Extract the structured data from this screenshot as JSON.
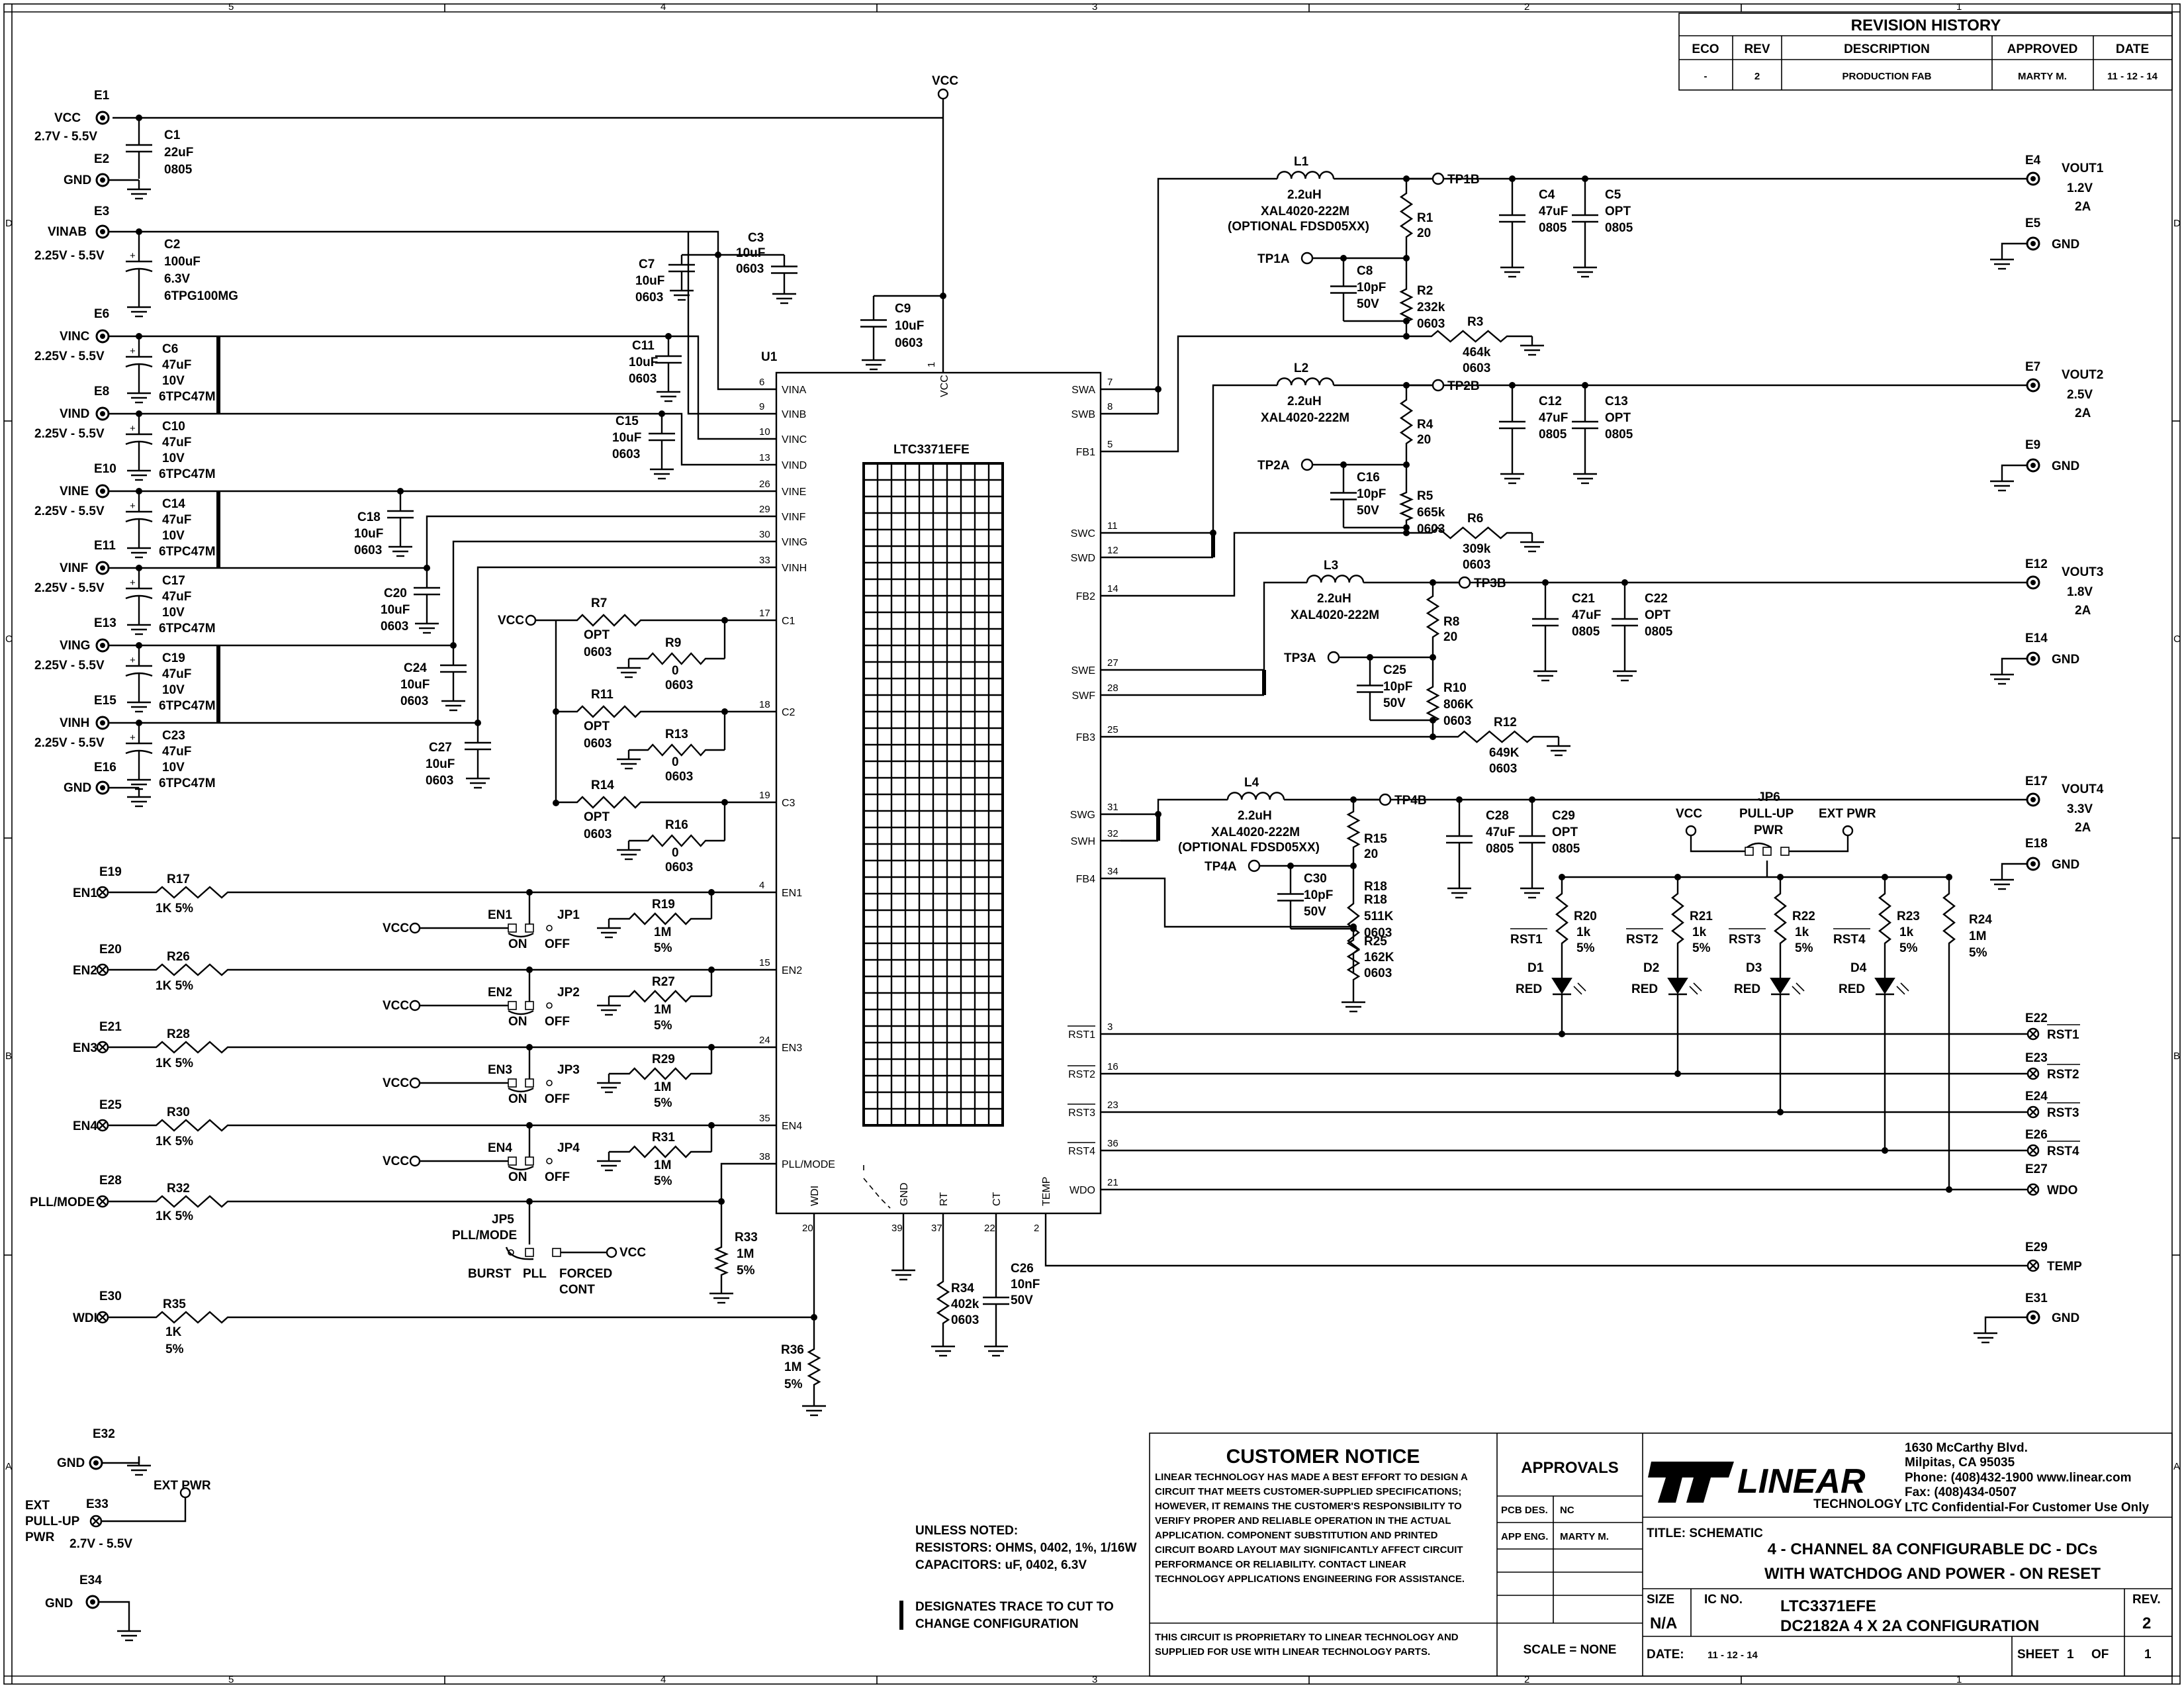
{
  "power_rails": {
    "vcc": "VCC",
    "vcc_range": "2.7V - 5.5V",
    "gnd": "GND",
    "vinab": "VINAB",
    "vin_range": "2.25V - 5.5V",
    "vinc": "VINC",
    "vind": "VIND",
    "vine": "VINE",
    "vinf": "VINF",
    "ving": "VING",
    "vinh": "VINH"
  },
  "ic": {
    "ref": "U1",
    "part": "LTC3371EFE",
    "left_pins": [
      {
        "num": "6",
        "name": "VINA"
      },
      {
        "num": "9",
        "name": "VINB"
      },
      {
        "num": "10",
        "name": "VINC"
      },
      {
        "num": "13",
        "name": "VIND"
      },
      {
        "num": "26",
        "name": "VINE"
      },
      {
        "num": "29",
        "name": "VINF"
      },
      {
        "num": "30",
        "name": "VING"
      },
      {
        "num": "33",
        "name": "VINH"
      },
      {
        "num": "17",
        "name": "C1"
      },
      {
        "num": "18",
        "name": "C2"
      },
      {
        "num": "19",
        "name": "C3"
      },
      {
        "num": "4",
        "name": "EN1"
      },
      {
        "num": "15",
        "name": "EN2"
      },
      {
        "num": "24",
        "name": "EN3"
      },
      {
        "num": "35",
        "name": "EN4"
      },
      {
        "num": "38",
        "name": "PLL/MODE"
      }
    ],
    "right_pins": [
      {
        "num": "7",
        "name": "SWA"
      },
      {
        "num": "8",
        "name": "SWB"
      },
      {
        "num": "5",
        "name": "FB1"
      },
      {
        "num": "11",
        "name": "SWC"
      },
      {
        "num": "12",
        "name": "SWD"
      },
      {
        "num": "14",
        "name": "FB2"
      },
      {
        "num": "27",
        "name": "SWE"
      },
      {
        "num": "28",
        "name": "SWF"
      },
      {
        "num": "25",
        "name": "FB3"
      },
      {
        "num": "31",
        "name": "SWG"
      },
      {
        "num": "32",
        "name": "SWH"
      },
      {
        "num": "34",
        "name": "FB4"
      },
      {
        "num": "3",
        "name": "RST1"
      },
      {
        "num": "16",
        "name": "RST2"
      },
      {
        "num": "23",
        "name": "RST3"
      },
      {
        "num": "36",
        "name": "RST4"
      },
      {
        "num": "21",
        "name": "WDO"
      }
    ],
    "bottom_pins": [
      {
        "num": "20",
        "name": "WDI"
      },
      {
        "num": "39",
        "name": "GND"
      },
      {
        "num": "37",
        "name": "RT"
      },
      {
        "num": "22",
        "name": "CT"
      },
      {
        "num": "2",
        "name": "TEMP"
      }
    ],
    "top_pin": {
      "num": "1",
      "name": "VCC"
    }
  },
  "terminals": {
    "E1": "E1",
    "E2": "E2",
    "E3": "E3",
    "E6": "E6",
    "E8": "E8",
    "E10": "E10",
    "E11": "E11",
    "E13": "E13",
    "E15": "E15",
    "E16": "E16",
    "E19": "E19",
    "E20": "E20",
    "E21": "E21",
    "E25": "E25",
    "E28": "E28",
    "E30": "E30",
    "E32": "E32",
    "E33": "E33",
    "E34": "E34",
    "E4": "E4",
    "E5": "E5",
    "E7": "E7",
    "E9": "E9",
    "E12": "E12",
    "E14": "E14",
    "E17": "E17",
    "E18": "E18",
    "E22": "E22",
    "E23": "E23",
    "E24": "E24",
    "E26": "E26",
    "E27": "E27",
    "E29": "E29",
    "E31": "E31"
  },
  "input_caps": [
    {
      "ref": "C1",
      "value": "22uF",
      "size": "0805"
    },
    {
      "ref": "C2",
      "value": "100uF",
      "voltage": "6.3V",
      "part": "6TPG100MG"
    },
    {
      "ref": "C6",
      "value": "47uF",
      "voltage": "10V",
      "part": "6TPC47M"
    },
    {
      "ref": "C10",
      "value": "47uF",
      "voltage": "10V",
      "part": "6TPC47M"
    },
    {
      "ref": "C14",
      "value": "47uF",
      "voltage": "10V",
      "part": "6TPC47M"
    },
    {
      "ref": "C17",
      "value": "47uF",
      "voltage": "10V",
      "part": "6TPC47M"
    },
    {
      "ref": "C19",
      "value": "47uF",
      "voltage": "10V",
      "part": "6TPC47M"
    },
    {
      "ref": "C23",
      "value": "47uF",
      "voltage": "10V",
      "part": "6TPC47M"
    }
  ],
  "bypass_caps": [
    {
      "ref": "C3",
      "value": "10uF",
      "size": "0603"
    },
    {
      "ref": "C7",
      "value": "10uF",
      "size": "0603"
    },
    {
      "ref": "C9",
      "value": "10uF",
      "size": "0603"
    },
    {
      "ref": "C11",
      "value": "10uF",
      "size": "0603"
    },
    {
      "ref": "C15",
      "value": "10uF",
      "size": "0603"
    },
    {
      "ref": "C18",
      "value": "10uF",
      "size": "0603"
    },
    {
      "ref": "C20",
      "value": "10uF",
      "size": "0603"
    },
    {
      "ref": "C24",
      "value": "10uF",
      "size": "0603"
    },
    {
      "ref": "C27",
      "value": "10uF",
      "size": "0603"
    }
  ],
  "c_pin_network": [
    {
      "ref": "R7",
      "value": "OPT",
      "size": "0603"
    },
    {
      "ref": "R9",
      "value": "0",
      "size": "0603"
    },
    {
      "ref": "R11",
      "value": "OPT",
      "size": "0603"
    },
    {
      "ref": "R13",
      "value": "0",
      "size": "0603"
    },
    {
      "ref": "R14",
      "value": "OPT",
      "size": "0603"
    },
    {
      "ref": "R16",
      "value": "0",
      "size": "0603"
    }
  ],
  "enables": [
    {
      "term": "EN1",
      "series_ref": "R17",
      "series_val": "1K",
      "tol": "5%",
      "jp": "JP1",
      "sw": "EN1",
      "pd_ref": "R19",
      "pd_val": "1M"
    },
    {
      "term": "EN2",
      "series_ref": "R26",
      "series_val": "1K",
      "tol": "5%",
      "jp": "JP2",
      "sw": "EN2",
      "pd_ref": "R27",
      "pd_val": "1M"
    },
    {
      "term": "EN3",
      "series_ref": "R28",
      "series_val": "1K",
      "tol": "5%",
      "jp": "JP3",
      "sw": "EN3",
      "pd_ref": "R29",
      "pd_val": "1M"
    },
    {
      "term": "EN4",
      "series_ref": "R30",
      "series_val": "1K",
      "tol": "5%",
      "jp": "JP4",
      "sw": "EN4",
      "pd_ref": "R31",
      "pd_val": "1M"
    }
  ],
  "jumper_labels": {
    "on": "ON",
    "off": "OFF",
    "vcc": "VCC"
  },
  "pll": {
    "term": "PLL/MODE",
    "series_ref": "R32",
    "series_val": "1K",
    "tol": "5%",
    "jp": "JP5",
    "jp_name": "PLL/MODE",
    "burst": "BURST",
    "pll": "PLL",
    "forced": "FORCED",
    "cont": "CONT",
    "pd_ref": "R33",
    "pd_val": "1M"
  },
  "wdi": {
    "term": "WDI",
    "series_ref": "R35",
    "series_val": "1K",
    "tol": "5%",
    "pd_ref": "R36",
    "pd_val": "1M"
  },
  "rt": {
    "ref": "R34",
    "value": "402k",
    "size": "0603"
  },
  "ct": {
    "ref": "C26",
    "value": "10nF",
    "voltage": "50V"
  },
  "ext": {
    "gnd": "GND",
    "ext": "EXT",
    "pullup": "PULL-UP",
    "pwr": "PWR",
    "range": "2.7V - 5.5V",
    "ext_pwr": "EXT PWR"
  },
  "outputs": [
    {
      "l": "L1",
      "l_val": "2.2uH",
      "l_part": "XAL4020-222M",
      "l_opt": "(OPTIONAL FDSD05XX)",
      "tpb": "TP1B",
      "tpa": "TP1A",
      "r_top": "R1",
      "r_top_val": "20",
      "c_ff": "C8",
      "c_ff_val": "10pF",
      "c_ff_v": "50V",
      "r_mid": "R2",
      "r_mid_val": "232k",
      "r_mid_size": "0603",
      "r_bot": "R3",
      "r_bot_val": "464k",
      "r_bot_size": "0603",
      "c_out": "C4",
      "c_out_val": "47uF",
      "c_out_size": "0805",
      "c_opt": "C5",
      "c_opt_val": "OPT",
      "c_opt_size": "0805",
      "name": "VOUT1",
      "volt": "1.2V",
      "amp": "2A"
    },
    {
      "l": "L2",
      "l_val": "2.2uH",
      "l_part": "XAL4020-222M",
      "l_opt": "",
      "tpb": "TP2B",
      "tpa": "TP2A",
      "r_top": "R4",
      "r_top_val": "20",
      "c_ff": "C16",
      "c_ff_val": "10pF",
      "c_ff_v": "50V",
      "r_mid": "R5",
      "r_mid_val": "665k",
      "r_mid_size": "0603",
      "r_bot": "R6",
      "r_bot_val": "309k",
      "r_bot_size": "0603",
      "c_out": "C12",
      "c_out_val": "47uF",
      "c_out_size": "0805",
      "c_opt": "C13",
      "c_opt_val": "OPT",
      "c_opt_size": "0805",
      "name": "VOUT2",
      "volt": "2.5V",
      "amp": "2A"
    },
    {
      "l": "L3",
      "l_val": "2.2uH",
      "l_part": "XAL4020-222M",
      "l_opt": "",
      "tpb": "TP3B",
      "tpa": "TP3A",
      "r_top": "R8",
      "r_top_val": "20",
      "c_ff": "C25",
      "c_ff_val": "10pF",
      "c_ff_v": "50V",
      "r_mid": "R10",
      "r_mid_val": "806K",
      "r_mid_size": "0603",
      "r_bot": "R12",
      "r_bot_val": "649K",
      "r_bot_size": "0603",
      "c_out": "C21",
      "c_out_val": "47uF",
      "c_out_size": "0805",
      "c_opt": "C22",
      "c_opt_val": "OPT",
      "c_opt_size": "0805",
      "name": "VOUT3",
      "volt": "1.8V",
      "amp": "2A"
    },
    {
      "l": "L4",
      "l_val": "2.2uH",
      "l_part": "XAL4020-222M",
      "l_opt": "(OPTIONAL FDSD05XX)",
      "tpb": "TP4B",
      "tpa": "TP4A",
      "r_top": "R15",
      "r_top_val": "20",
      "c_ff": "C30",
      "c_ff_val": "10pF",
      "c_ff_v": "50V",
      "r_mid": "R18",
      "r_mid_val": "511K",
      "r_mid_size": "0603",
      "r_bot": "R25",
      "r_bot_val": "162K",
      "r_bot_size": "0603",
      "c_out": "C28",
      "c_out_val": "47uF",
      "c_out_size": "0805",
      "c_opt": "C29",
      "c_opt_val": "OPT",
      "c_opt_size": "0805",
      "name": "VOUT4",
      "volt": "3.3V",
      "amp": "2A"
    }
  ],
  "leds": [
    {
      "sig": "RST1",
      "r": "R20",
      "r_val": "1k",
      "tol": "5%",
      "d": "D1",
      "color": "RED"
    },
    {
      "sig": "RST2",
      "r": "R21",
      "r_val": "1k",
      "tol": "5%",
      "d": "D2",
      "color": "RED"
    },
    {
      "sig": "RST3",
      "r": "R22",
      "r_val": "1k",
      "tol": "5%",
      "d": "D3",
      "color": "RED"
    },
    {
      "sig": "RST4",
      "r": "R23",
      "r_val": "1k",
      "tol": "5%",
      "d": "D4",
      "color": "RED"
    }
  ],
  "r24": {
    "ref": "R24",
    "value": "1M",
    "tol": "5%"
  },
  "jp6": {
    "ref": "JP6",
    "name": "PULL-UP",
    "pwr": "PWR",
    "vcc": "VCC",
    "ext": "EXT PWR"
  },
  "right_terms": {
    "rst1": "RST1",
    "rst2": "RST2",
    "rst3": "RST3",
    "rst4": "RST4",
    "wdo": "WDO",
    "temp": "TEMP",
    "gnd": "GND"
  },
  "revision": {
    "title": "REVISION HISTORY",
    "headers": [
      "ECO",
      "REV",
      "DESCRIPTION",
      "APPROVED",
      "DATE"
    ],
    "row": [
      "-",
      "2",
      "PRODUCTION FAB",
      "MARTY M.",
      "11 - 12 - 14"
    ]
  },
  "notes": {
    "unless": "UNLESS NOTED:",
    "resistors": "RESISTORS: OHMS, 0402, 1%, 1/16W",
    "capacitors": "CAPACITORS:  uF, 0402, 6.3V",
    "trace1": "DESIGNATES TRACE TO CUT TO",
    "trace2": "CHANGE CONFIGURATION"
  },
  "title_block": {
    "notice_title": "CUSTOMER NOTICE",
    "notice_lines": [
      "LINEAR TECHNOLOGY HAS MADE A BEST EFFORT TO DESIGN A",
      "CIRCUIT THAT MEETS CUSTOMER-SUPPLIED SPECIFICATIONS;",
      "HOWEVER, IT REMAINS THE CUSTOMER'S RESPONSIBILITY TO",
      "VERIFY PROPER AND RELIABLE OPERATION IN THE ACTUAL",
      "APPLICATION.  COMPONENT SUBSTITUTION AND PRINTED",
      "CIRCUIT BOARD LAYOUT MAY SIGNIFICANTLY AFFECT CIRCUIT",
      "PERFORMANCE OR RELIABILITY.  CONTACT LINEAR",
      "TECHNOLOGY APPLICATIONS ENGINEERING FOR ASSISTANCE."
    ],
    "prop1": "THIS CIRCUIT IS PROPRIETARY TO LINEAR TECHNOLOGY AND",
    "prop2": "SUPPLIED FOR USE WITH LINEAR TECHNOLOGY PARTS.",
    "approvals": "APPROVALS",
    "pcb_des": "PCB DES.",
    "pcb_des_val": "NC",
    "app_eng": "APP ENG.",
    "app_eng_val": "MARTY M.",
    "scale": "SCALE = NONE",
    "logo_text": "LINEAR",
    "logo_sub": "TECHNOLOGY",
    "addr1": "1630 McCarthy Blvd.",
    "addr2": "Milpitas, CA 95035",
    "addr3": "Phone: (408)432-1900  www.linear.com",
    "addr4": "Fax: (408)434-0507",
    "addr5": "LTC Confidential-For Customer Use Only",
    "title_label": "TITLE:  SCHEMATIC",
    "title1": "4 - CHANNEL  8A  CONFIGURABLE DC - DCs",
    "title2": "WITH WATCHDOG AND POWER - ON RESET",
    "size_label": "SIZE",
    "size_val": "N/A",
    "icno_label": "IC NO.",
    "icno_val": "LTC3371EFE",
    "board": "DC2182A 4 X 2A CONFIGURATION",
    "rev_label": "REV.",
    "rev_val": "2",
    "date_label": "DATE:",
    "date_val": "11 - 12 - 14",
    "sheet_label": "SHEET",
    "sheet_num": "1",
    "of_label": "OF",
    "sheet_total": "1"
  },
  "frame": {
    "col_markers": [
      "5",
      "4",
      "3",
      "2",
      "1"
    ],
    "row_markers": [
      "D",
      "C",
      "B",
      "A"
    ]
  }
}
